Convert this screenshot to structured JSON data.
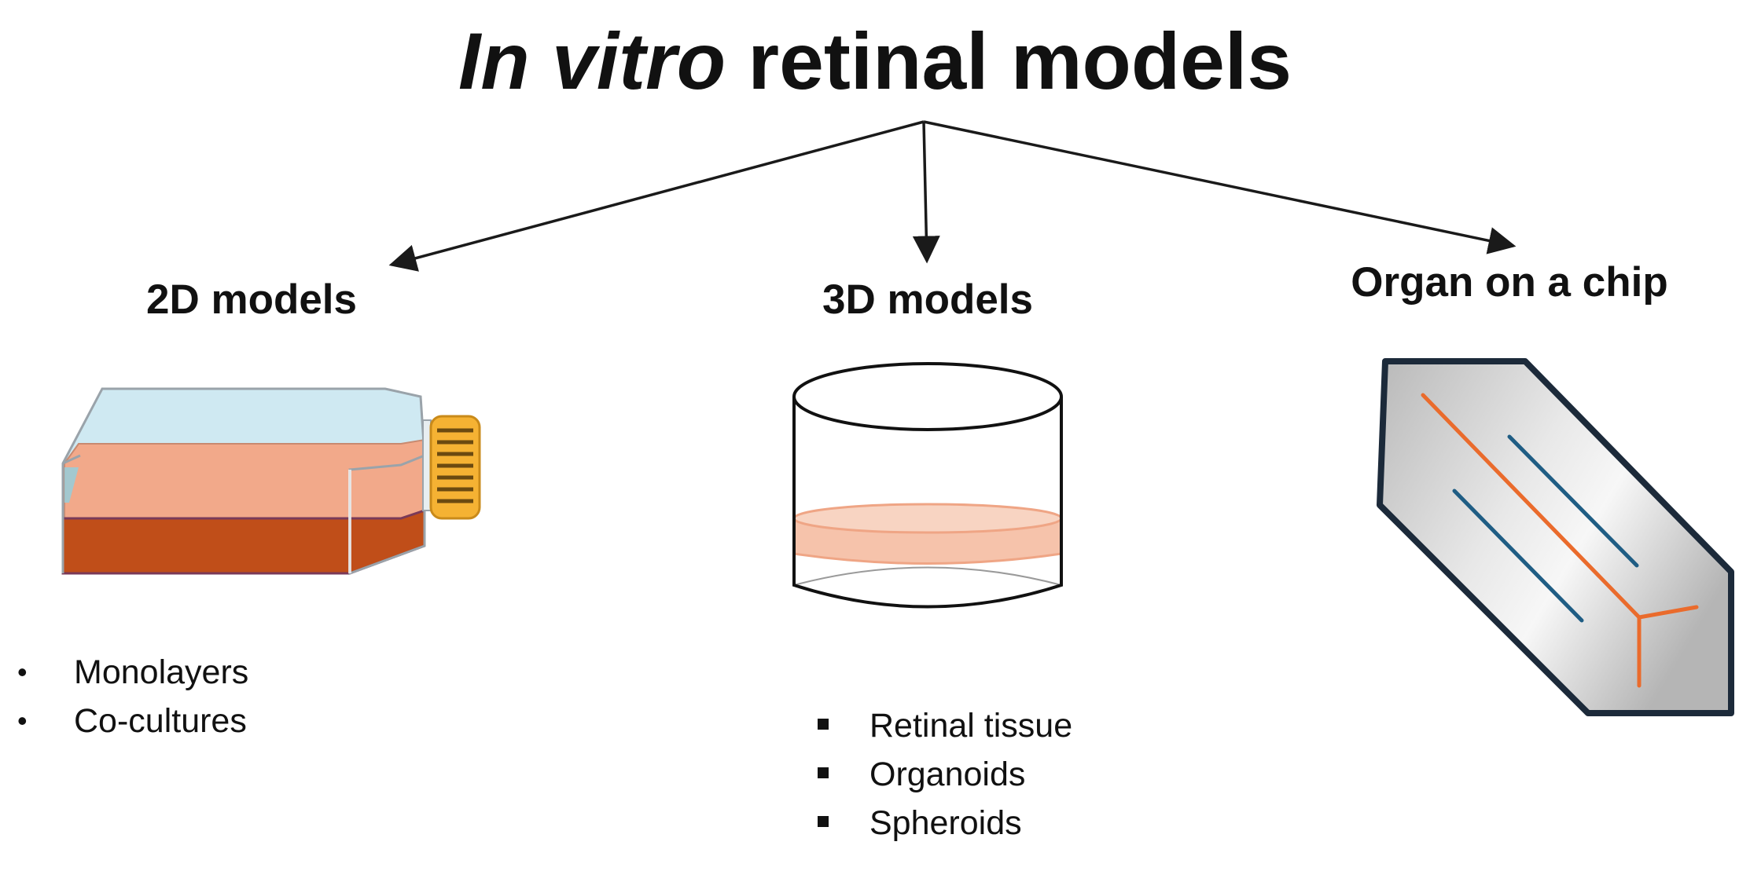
{
  "title": {
    "italic_part": "In vitro",
    "regular_part": "retinal models"
  },
  "branches": [
    {
      "id": "2d",
      "heading": "2D models",
      "illustration": "culture-flask",
      "bullets": [
        "Monolayers",
        "Co-cultures"
      ]
    },
    {
      "id": "3d",
      "heading": "3D models",
      "illustration": "culture-well-cylinder",
      "bullets": [
        "Retinal tissue",
        "Organoids",
        "Spheroids"
      ]
    },
    {
      "id": "chip",
      "heading": "Organ on a chip",
      "illustration": "microfluidic-chip",
      "bullets": []
    }
  ],
  "colors": {
    "text": "#111111",
    "flask_medium_light": "#f2a98a",
    "flask_medium_dark": "#c04e19",
    "flask_glass": "#cfe9f2",
    "flask_cap": "#f5b233",
    "cylinder_tissue": "#f6c3ab",
    "chip_body": "#d6d6d6",
    "chip_border": "#1c2a3a",
    "chip_channel_orange": "#ea6b2c",
    "chip_channel_blue": "#1f5d84"
  }
}
